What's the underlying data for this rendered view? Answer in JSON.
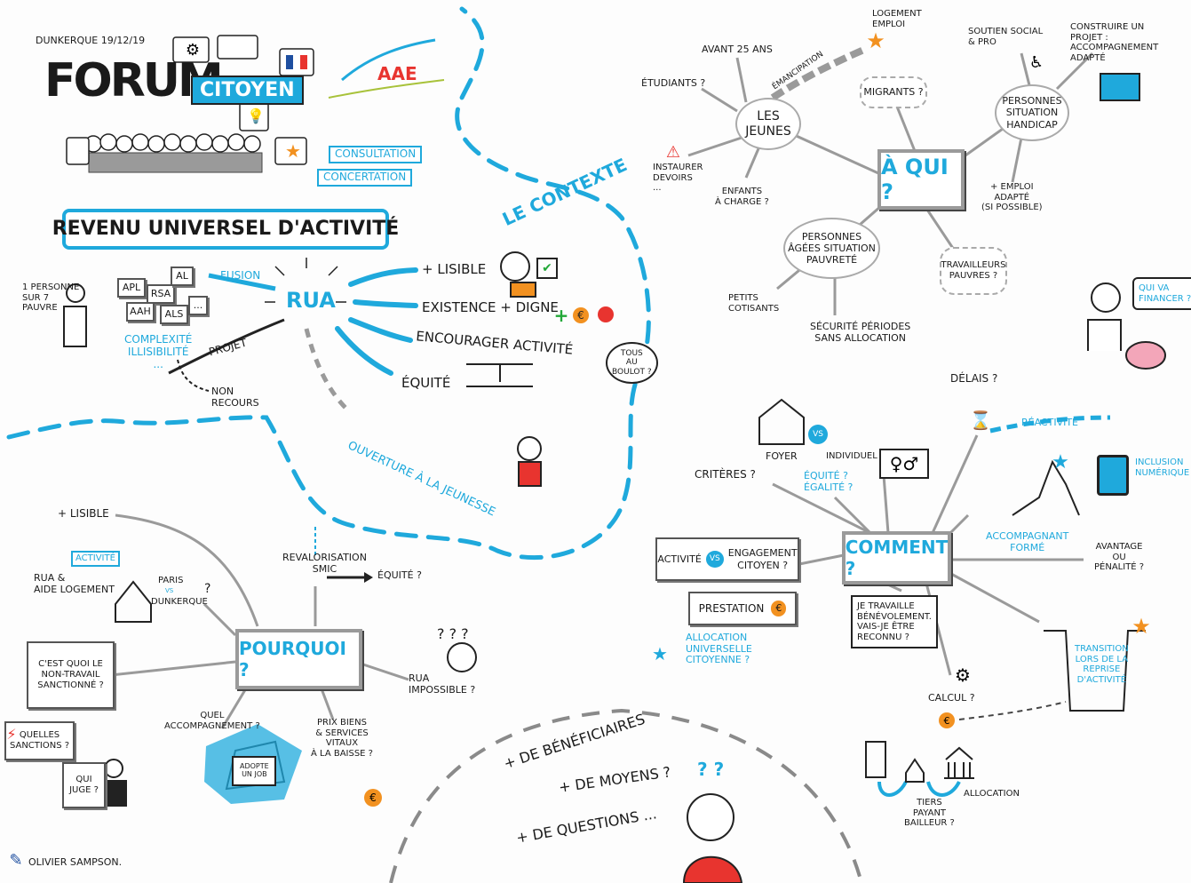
{
  "colors": {
    "accent": "#1fa9dc",
    "ink": "#1a1a1a",
    "grey": "#9a9a9a",
    "red": "#e8342f",
    "orange": "#f29120",
    "green": "#22a838"
  },
  "header": {
    "date": "DUNKERQUE 19/12/19",
    "forum": "FORUM",
    "citoyen": "CiTOYEN",
    "aae": "AAE",
    "consultation": "CONSULtation",
    "concertation": "CONCERtation"
  },
  "rua_title": "REVENU UNIVERSEL D'ACTIVITÉ",
  "context": {
    "title": "LE CONtexte",
    "person": "1 PERSONNE\nSUR 7\nPAUVRE",
    "aids": [
      "APL",
      "RSA",
      "AL",
      "AAH",
      "ALS",
      "..."
    ],
    "fusion": "FUSiON",
    "complexity": "COMPLEXiTÉ\niLLiSiBiLiTÉ\n...",
    "projet": "PROJET",
    "non_recours": "NON\nRECOURS",
    "rua": "RUA",
    "lisible": "+ LiSiBLE",
    "existence": "EXiStENCE + DiGNE",
    "encourager": "ENCOURAGER ACtiVitÉ",
    "tous_au_boulot": "TOUS\nAU\nBOULOt ?",
    "equite": "ÉQUiTÉ",
    "ouverture": "OUVERtURE À LA JEUNESSE"
  },
  "a_qui": {
    "center": "À QUi ?",
    "jeunes": "LES\nJEUNES",
    "avant25": "AVANt 25 ANS",
    "etudiants": "ÉtUDiANtS ?",
    "emancipation": "ÉMANCiPAtiON",
    "logement": "LOGEMENt\nEMPLOi",
    "instaurer": "iNStAURER\nDEVOiRS\n...",
    "enfants": "ENFANtS\nÀ CHARGE ?",
    "migrants": "MiGRANtS ?",
    "handicap": "PERSONNES\nSitUAtiON\nHANDiCAP",
    "soutien": "SOUtiEN SOCiAL\n& PRO",
    "projet_accomp": "CONStRUiRE UN\nPROJEt :\nACCOMPAGNEMENt\nADAPtÉ",
    "emploi_adapte": "+ EMPLOi\nADAPtÉ\n(Si POSSiBLE)",
    "agees": "PERSONNES\nÂGÉES SitUAtiON\nPAUVREtÉ",
    "cotisants": "PEtitS\nCOtiSANtS",
    "securite": "SÉCURitÉ PÉRiODES\nSANS ALLOCAtiON",
    "travailleurs": "tRAVAiLLEURS\nPAUVRES ?",
    "financer": "QUi VA\nFiNANCER ?"
  },
  "comment": {
    "center": "COMMENT ?",
    "delais": "DÉLAiS ?",
    "reactivite": "RÉACtiVitÉ",
    "foyer": "FOYER",
    "vs": "VS",
    "individuel": "iNDiViDUEL",
    "criteres": "CRitÈRES ?",
    "equite_egalite": "ÉQUitÉ ?\nÉGALitÉ ?",
    "inclusion": "iNCLUSiON\nNUMÉRiQUE",
    "accompagnant": "ACCOMPAGNANt\nFORMÉ",
    "activite": "ACtiVitÉ",
    "engagement": "ENGAGEMENt\nCitOYEN ?",
    "prestation": "PREStAtiON",
    "allocation": "ALLOCAtiON\nUNiVERSELLE\nCitOYENNE ?",
    "benevole": "JE tRAVAiLLE\nBÉNÉVOLEMENt.\nVAiS-JE ÊtRE\nRECONNU ?",
    "avantage": "AVANtAGE\nOU\nPÉNALitÉ ?",
    "transition": "tRANSitiON\nLORS DE LA\nREPRiSE\nD'ACtiVitÉ",
    "calcul": "CALCUL ?",
    "tiers": "tiERS\nPAYANt\nBAiLLEUR ?",
    "allocation_small": "ALLOCAtiON"
  },
  "pourquoi": {
    "center": "POURQUOi ?",
    "lisible": "+ LiSiBLE",
    "activite": "ACtiVitÉ",
    "rua_aide": "RUA &\nAiDE LOGEMENt",
    "paris": "PARiS",
    "vs": "VS",
    "dunkerque": "DUNKERQUE",
    "question": "?",
    "revalorisation": "REVALORiSAtiON\nSMiC",
    "equite": "ÉQUitÉ ?",
    "non_travail": "C'ESt QUOi LE\nNON-tRAVAiL\nSANCtiONNÉ ?",
    "sanctions": "QUELLES\nSANCtiONS ?",
    "qui_juge": "QUi\nJUGE ?",
    "rua_impossible": "RUA\niMPOSSiBLE ?",
    "accompagnement": "QUEL\nACCOMPAGNEMENt ?",
    "adopte": "ADOPtE\nUN JOB",
    "prix": "PRiX BiENS\n& SERViCES\nVitAUX\nÀ LA BAiSSE ?"
  },
  "bottom": {
    "beneficiaires": "+ DE BÉNÉFiCiAiRES",
    "moyens": "+ DE MOYENS ?",
    "questions": "+ DE QUEStiONS ...",
    "qmarks": "? ?",
    "author": "OLiViER SAMPSON."
  },
  "icons": [
    "france-flag-icon",
    "gear-icon",
    "lightbulb-icon",
    "star-icon",
    "house-icon",
    "checkmark-icon",
    "apple-icon",
    "euro-icon",
    "scales-icon",
    "warning-icon",
    "piggy-bank-icon",
    "puzzle-icon",
    "wheelchair-icon",
    "hourglass-icon",
    "tablet-icon",
    "mountain-icon",
    "gender-icon",
    "factory-icon",
    "bank-icon",
    "laptop-icon",
    "pencil-icon",
    "lightning-icon",
    "people-icon"
  ]
}
